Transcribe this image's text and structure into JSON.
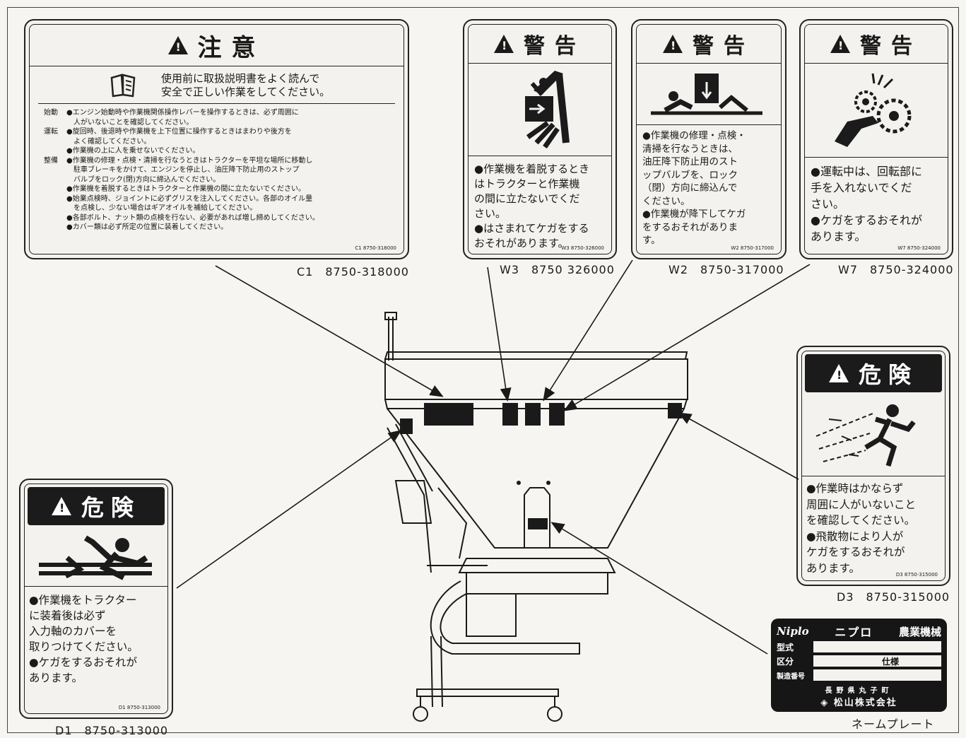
{
  "labels": {
    "c1": {
      "title": "注意",
      "intro_1": "使用前に取扱説明書をよく読んで",
      "intro_2": "安全で正しい作業をしてください。",
      "rows": [
        {
          "cat": "始動",
          "text": "●エンジン始動時や作業機関係操作レバーを操作するときは、必ず周囲に"
        },
        {
          "cat": "",
          "text": "　人がいないことを確認してください。"
        },
        {
          "cat": "運転",
          "text": "●旋回時、後退時や作業機を上下位置に操作するときはまわりや後方を"
        },
        {
          "cat": "",
          "text": "　よく確認してください。"
        },
        {
          "cat": "",
          "text": "●作業機の上に人を乗せないでください。"
        },
        {
          "cat": "整備",
          "text": "●作業機の修理・点検・清掃を行なうときはトラクターを平坦な場所に移動し"
        },
        {
          "cat": "",
          "text": "　駐車ブレーキをかけて、エンジンを停止し、油圧降下防止用のストップ"
        },
        {
          "cat": "",
          "text": "　バルブをロック(閉)方向に締込んでください。"
        },
        {
          "cat": "",
          "text": "●作業機を着脱するときはトラクターと作業機の間に立たないでください。"
        },
        {
          "cat": "",
          "text": "●始業点検時、ジョイントに必ずグリスを注入してください。各部のオイル量"
        },
        {
          "cat": "",
          "text": "　を点検し、少ない場合はギアオイルを補給してください。"
        },
        {
          "cat": "",
          "text": "●各部ボルト、ナット類の点検を行ない、必要があれば増し締めしてください。"
        },
        {
          "cat": "",
          "text": "●カバー類は必ず所定の位置に装着してください。"
        }
      ],
      "small_code": "C1 8750-318000",
      "caption": "C1　8750-318000"
    },
    "w3": {
      "title": "警告",
      "lines": [
        "●作業機を着脱するとき",
        "はトラクターと作業機",
        "の間に立たないでくだ",
        "さい。",
        "●はさまれてケガをする",
        "おそれがあります。"
      ],
      "small_code": "W3 8750-326000",
      "caption": "W3　8750 326000"
    },
    "w2": {
      "title": "警告",
      "lines": [
        "●作業機の修理・点検・",
        "清掃を行なうときは、",
        "油圧降下防止用のスト",
        "ップバルブを、ロック",
        "（閉）方向に締込んで",
        "ください。",
        "●作業機が降下してケガ",
        "をするおそれがありま",
        "す。"
      ],
      "small_code": "W2 8750-317000",
      "caption": "W2　8750-317000"
    },
    "w7": {
      "title": "警告",
      "lines": [
        "●運転中は、回転部に",
        "手を入れないでくだ",
        "さい。",
        "●ケガをするおそれが",
        "あります。"
      ],
      "small_code": "W7 8750-324000",
      "caption": "W7　8750-324000"
    },
    "d3": {
      "title": "危険",
      "lines": [
        "●作業時はかならず",
        "周囲に人がいないこと",
        "を確認してください。",
        "●飛散物により人が",
        "ケガをするおそれが",
        "あります。"
      ],
      "small_code": "D3 8750-315000",
      "caption": "D3　8750-315000"
    },
    "d1": {
      "title": "危険",
      "lines": [
        "●作業機をトラクター",
        "に装着後は必ず",
        "入力軸のカバーを",
        "取りつけてください。",
        "●ケガをするおそれが",
        "あります。"
      ],
      "small_code": "D1 8750-313000",
      "caption": "D1　8750-313000"
    }
  },
  "nameplate": {
    "brand_latin": "Niplo",
    "brand_kana": "ニプロ",
    "brand_type": "農業機械",
    "row_model": "型式",
    "row_class": "区分",
    "row_spec": "仕様",
    "row_serial": "製造番号",
    "address": "長野県丸子町",
    "company": "松山株式会社",
    "caption": "ネームプレート"
  },
  "colors": {
    "ink": "#1a1a1a",
    "paper": "#f6f5f1",
    "black_panel": "#1b1b1b"
  }
}
